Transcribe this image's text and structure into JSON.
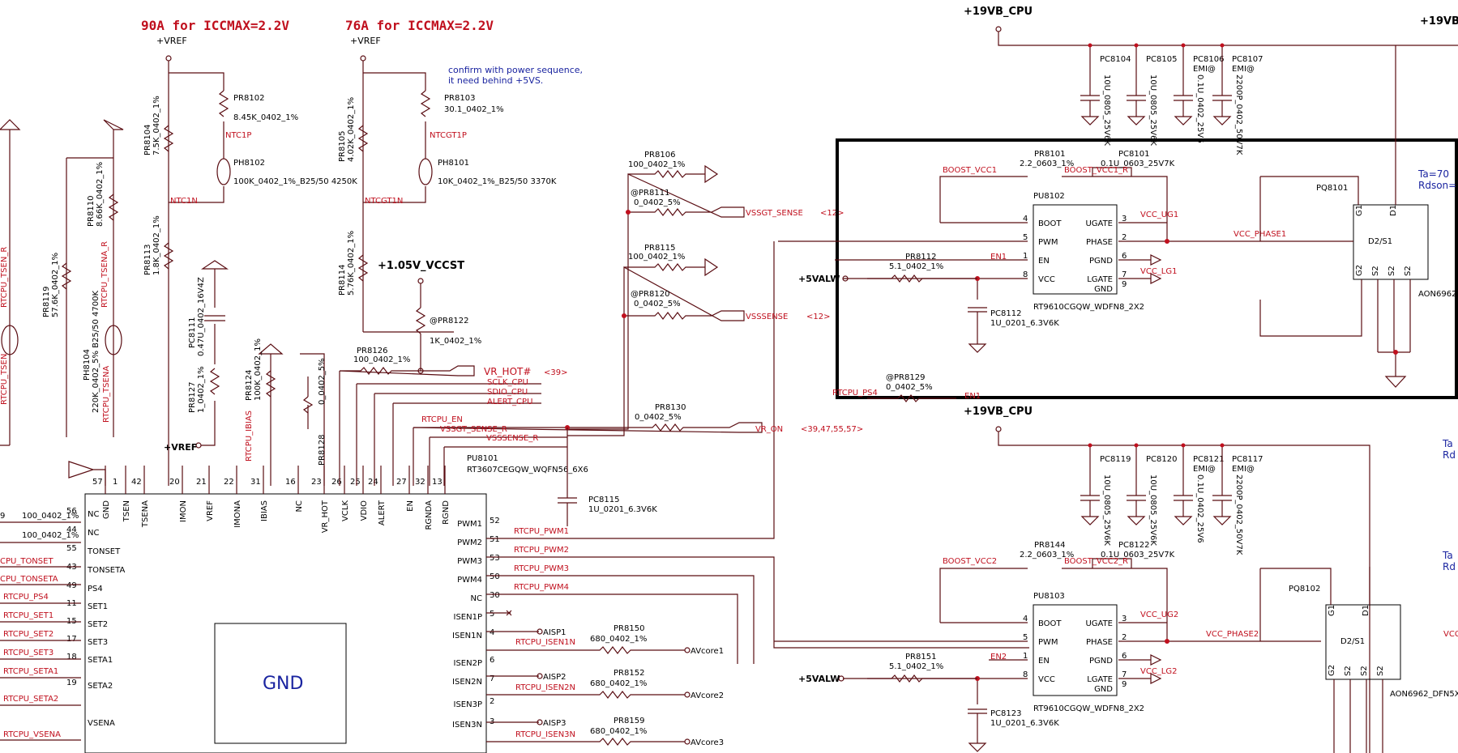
{
  "headings": {
    "h1": "90A   for   ICCMAX=2.2V",
    "h2": "76A   for   ICCMAX=2.2V"
  },
  "notes": {
    "confirm1": "confirm with power sequence,",
    "confirm2": "it need behind +5VS."
  },
  "nets": {
    "vref": "+VREF",
    "v19": "+19VB_CPU",
    "v19b": "+19VB_CPU",
    "v19r": "+19VB_",
    "v105": "+1.05V_VCCST",
    "v5a": "+5VALW",
    "v5b": "+5VALW",
    "vrefL": "+VREF",
    "ntc1p": "NTC1P",
    "ntc1n": "NTC1N",
    "ntcgt1p": "NTCGT1P",
    "ntcgt1n": "NTCGT1N",
    "vssgt": "VSSGT_SENSE",
    "vssgt_ref": "<12>",
    "vsss": "VSSSENSE",
    "vsss_ref": "<12>",
    "vrhot": "VR_HOT#",
    "vrhot_ref": "<39>",
    "sclk": "SCLK_CPU",
    "sdio": "SDIO_CPU",
    "alert": "ALERT_CPU",
    "vron": "VR_ON",
    "vron_ref": "<39,47,55,57>",
    "rtcpu_en": "RTCPU_EN",
    "vssgt_r": "VSSGT_SENSE_R",
    "vsss_r": "VSSSENSE_R",
    "boost1": "BOOST_VCC1",
    "boost1b": "BOOST_VCC1_R",
    "boost2": "BOOST_VCC2",
    "boost2b": "BOOST_VCC2_R",
    "vccug1": "VCC_UG1",
    "vcclg1": "VCC_LG1",
    "vccph1": "VCC_PHASE1",
    "vccug2": "VCC_UG2",
    "vcclg2": "VCC_LG2",
    "vccph2": "VCC_PHASE2",
    "en1": "EN1",
    "en1b": "EN1",
    "en2": "EN2",
    "rtcpu_ps4": "RTCPU_PS4",
    "ibias": "RTCPU_IBIAS",
    "tsen_r": "RTCPU_TSEN_R",
    "tsena_r": "RTCPU_TSENA_R",
    "tsen_rl": "RTCPU_TSEN",
    "tsena_rl": "RTCPU_TSENA",
    "pwm1": "RTCPU_PWM1",
    "pwm2": "RTCPU_PWM2",
    "pwm3": "RTCPU_PWM3",
    "pwm4": "RTCPU_PWM4",
    "isen1": "RTCPU_ISEN1N",
    "isen2": "RTCPU_ISEN2N",
    "isen3": "RTCPU_ISEN3N",
    "av1": "AVcore1",
    "av2": "AVcore2",
    "av3": "AVcore3",
    "aisp1": "AISP1",
    "aisp2": "AISP2",
    "aisp3": "AISP3",
    "tonset": "CPU_TONSET",
    "tonseta": "CPU_TONSETA",
    "ps4": "RTCPU_PS4",
    "set1": "RTCPU_SET1",
    "set2": "RTCPU_SET2",
    "set3": "RTCPU_SET3",
    "seta1": "RTCPU_SETA1",
    "seta2": "RTCPU_SETA2",
    "vsena": "RTCPU_VSENA"
  },
  "parts": [
    [
      "PR8102",
      "8.45K_0402_1%"
    ],
    [
      "PH8102",
      "100K_0402_1%_B25/50 4250K"
    ],
    [
      "PR8103",
      "30.1_0402_1%"
    ],
    [
      "PH8101",
      "10K_0402_1%_B25/50 3370K"
    ],
    [
      "PR8106",
      "100_0402_1%"
    ],
    [
      "@PR8111",
      "0_0402_5%"
    ],
    [
      "PR8115",
      "100_0402_1%"
    ],
    [
      "@PR8120",
      "0_0402_5%"
    ],
    [
      "PR8126",
      "100_0402_1%"
    ],
    [
      "@PR8122",
      "1K_0402_1%"
    ],
    [
      "PR8130",
      "0_0402_5%"
    ],
    [
      "PC8115",
      "1U_0201_6.3V6K"
    ],
    [
      "PR8101",
      "2.2_0603_1%"
    ],
    [
      "PC8101",
      "0.1U_0603_25V7K"
    ],
    [
      "PR8112",
      "5.1_0402_1%"
    ],
    [
      "PC8112",
      "1U_0201_6.3V6K"
    ],
    [
      "PR8144",
      "2.2_0603_1%"
    ],
    [
      "PC8122",
      "0.1U_0603_25V7K"
    ],
    [
      "PR8151",
      "5.1_0402_1%"
    ],
    [
      "PC8123",
      "1U_0201_6.3V6K"
    ],
    [
      "@PR8129",
      "0_0402_5%"
    ],
    [
      "PR8150",
      "680_0402_1%"
    ],
    [
      "PR8152",
      "680_0402_1%"
    ],
    [
      "PR8159",
      "680_0402_1%"
    ],
    [
      "PR8104",
      "7.5K_0402_1%"
    ],
    [
      "PR8113",
      "1.8K_0402_1%"
    ],
    [
      "PR8105",
      "4.02K_0402_1%"
    ],
    [
      "PR8114",
      "5.76K_0402_1%"
    ],
    [
      "PR8110",
      "8.66K_0402_1%"
    ],
    [
      "PR8119",
      "57.6K_0402_1%"
    ],
    [
      "PR8127",
      "1_0402_1%"
    ],
    [
      "PC8111",
      "0.47U_0402_16V4Z"
    ],
    [
      "PR8124",
      "100K_0402_1%"
    ],
    [
      "PR8128",
      "0_0402_5%"
    ],
    [
      "PH8104",
      "220K_0402_5% B25/50 4700K"
    ],
    [
      "PC8104",
      "10U_0805_25V6K"
    ],
    [
      "PC8105",
      "10U_0805_25V6K"
    ],
    [
      "PC8106",
      "0.1U_0402_25V6"
    ],
    [
      "PC8107",
      "2200P_0402_50V7K"
    ],
    [
      "PC8119",
      "10U_0805_25V6K"
    ],
    [
      "PC8120",
      "10U_0805_25V6K"
    ],
    [
      "PC8121",
      "0.1U_0402_25V6"
    ],
    [
      "PC8117",
      "2200P_0402_50V7K"
    ]
  ],
  "ics": {
    "pu8101": "PU8101",
    "pu8101_pn": "RT3607CEGQW_WQFN56_6X6",
    "gnd": "GND",
    "pu8102": "PU8102",
    "pu8102_pn": "RT9610CGQW_WDFN8_2X2",
    "pu8103": "PU8103",
    "pu8103_pn": "RT9610CGQW_WDFN8_2X2",
    "pq8101": "PQ8101",
    "pq8101_pn": "AON6962_",
    "pq8102": "PQ8102",
    "pq8102_pn": "AON6962_DFN5X6",
    "emi": "EMI@",
    "ta": "Ta=70",
    "rds": "Rdson=",
    "ta2": "Ta",
    "rd2": "Rd",
    "vcc_r": "VCC"
  },
  "pu8101_top": [
    "GND",
    "TSEN",
    "TSENA",
    "IMON",
    "VREF",
    "IMONA",
    "IBIAS",
    "NC",
    "VR_HOT",
    "VCLK",
    "VDIO",
    "ALERT",
    "EN",
    "RGNDA",
    "RGND"
  ],
  "pu8101_top_nums": [
    "57",
    "1",
    "42",
    "20",
    "21",
    "22",
    "31",
    "16",
    "23",
    "26",
    "25",
    "24",
    "27",
    "32",
    "13"
  ],
  "pu8101_left": [
    [
      "NC",
      "56"
    ],
    [
      "NC",
      "44"
    ],
    [
      "TONSET",
      "55"
    ],
    [
      "TONSETA",
      "43"
    ],
    [
      "PS4",
      "49"
    ],
    [
      "SET1",
      "11"
    ],
    [
      "SET2",
      "15"
    ],
    [
      "SET3",
      "17"
    ],
    [
      "SETA1",
      "18"
    ],
    [
      "SETA2",
      "19"
    ],
    [
      "VSENA",
      ""
    ]
  ],
  "pu8101_right": [
    [
      "PWM1",
      "52"
    ],
    [
      "PWM2",
      "51"
    ],
    [
      "PWM3",
      "53"
    ],
    [
      "PWM4",
      "50"
    ],
    [
      "NC",
      "30"
    ],
    [
      "ISEN1P",
      "5"
    ],
    [
      "ISEN1N",
      "4"
    ],
    [
      "ISEN2P",
      "6"
    ],
    [
      "ISEN2N",
      "7"
    ],
    [
      "ISEN3P",
      "2"
    ],
    [
      "ISEN3N",
      "3"
    ]
  ],
  "drv_pins_l": [
    [
      "BOOT",
      "4"
    ],
    [
      "PWM",
      "5"
    ],
    [
      "EN",
      "1"
    ],
    [
      "VCC",
      "8"
    ]
  ],
  "drv_pins_r": [
    [
      "UGATE",
      "3"
    ],
    [
      "PHASE",
      "2"
    ],
    [
      "PGND",
      "6"
    ],
    [
      "LGATE",
      "7"
    ],
    [
      "GND",
      "9"
    ]
  ],
  "fet_pins": [
    "G1",
    "D1",
    "D2/S1",
    "G2",
    "S2",
    "S2",
    "S2"
  ],
  "colors": {
    "wire": "#5a0d12",
    "label": "#c0101e",
    "part": "#1a24a0",
    "box": "#000000"
  }
}
